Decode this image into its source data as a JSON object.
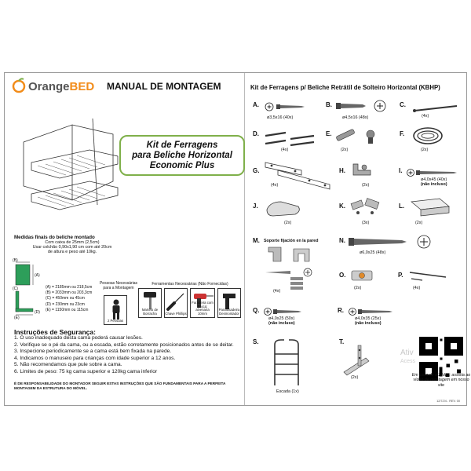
{
  "brand": {
    "name_part1": "Orange",
    "name_part2": "BED"
  },
  "header": {
    "title": "MANUAL DE MONTAGEM"
  },
  "kit": {
    "line1": "Kit de Ferragens",
    "line2": "para Beliche Horizontal",
    "line3": "Economic Plus"
  },
  "dimensions": {
    "title": "Medidas finais do beliche montado",
    "lines": [
      "Com caixa de 25mm (2,5cm)",
      "Usar colchão 0,90x1,90 cm com até 20cm",
      "de altura e peso até 10kg."
    ],
    "diagram_labels": {
      "a": "(A)",
      "b": "(B)",
      "c": "(C)",
      "d": "(D)",
      "e": "(E)"
    },
    "measures": [
      "(A) = 2185mm ou 218,5cm",
      "(B) = 2033mm ou 203,3cm",
      "(C) = 450mm ou 45cm",
      "(D) = 230mm ou 23cm",
      "(E) = 1150mm ou 115cm"
    ]
  },
  "people": {
    "title": "Pessoas Necessárias para a Montagem",
    "label": "2 Pessoas"
  },
  "tools": {
    "title": "Ferramentas Necessárias (Não Fornecidas)",
    "items": [
      {
        "label": "Martelo de Borracha",
        "icon": "mallet-icon"
      },
      {
        "label": "Chave Phillips",
        "icon": "screwdriver-icon"
      },
      {
        "label": "Furadeira com Broca: alvenaria 10mm",
        "icon": "drill-icon"
      },
      {
        "label": "Parafusadeira Desmontador",
        "icon": "screw-gun-icon"
      }
    ]
  },
  "safety": {
    "title": "Instruções de Segurança:",
    "items": [
      "1. O uso inadequado desta cama poderá causar lesões.",
      "2. Verifique se o pé da cama, ou a escada, estão corretamente posicionados antes de se deitar.",
      "3. Inspecione periodicamente se a cama está bem fixada na parede.",
      "4. Indicamos o manuseio para crianças com idade superior a 12 anos.",
      "5. Não recomendamos que pule sobre a cama.",
      "6. Limites de peso: 75 kg cama superior e 120kg cama inferior"
    ],
    "responsibility": "É DE RESPONSABILIDADE DO MONTADOR SEGUIR ESTAS INSTRUÇÕES QUE SÃO FUNDAMENTAIS PARA A PERFEITA MONTAGEM DA ESTRUTURA DO MÓVEL."
  },
  "hardware": {
    "title": "Kit de Ferragens p/ Beliche Retrátil de Solteiro Horizontal (KBHP)",
    "items": {
      "A": {
        "letter": "A.",
        "qty": "ø3,5x16 (40x)"
      },
      "B": {
        "letter": "B.",
        "qty": "ø4,5x16 (48x)"
      },
      "C": {
        "letter": "C.",
        "qty": "(4x)"
      },
      "D": {
        "letter": "D.",
        "qty": "(4x)"
      },
      "E": {
        "letter": "E.",
        "qty": "(2x)"
      },
      "F": {
        "letter": "F.",
        "qty": "(2x)"
      },
      "G": {
        "letter": "G.",
        "qty": "(4x)"
      },
      "H": {
        "letter": "H.",
        "qty": "(2x)"
      },
      "I": {
        "letter": "I.",
        "qty": "ø4,0x45 (40x)",
        "note": "(não incluso)"
      },
      "J": {
        "letter": "J.",
        "qty": "(2x)"
      },
      "K": {
        "letter": "K.",
        "qty": "(3x)"
      },
      "L": {
        "letter": "L.",
        "qty": "(2x)"
      },
      "M": {
        "letter": "M.",
        "title": "Soporte fijación en la pared",
        "qty": "(4x)"
      },
      "N": {
        "letter": "N.",
        "qty": "ø6,0x25 (48x)"
      },
      "O": {
        "letter": "O.",
        "qty": "(2x)"
      },
      "P": {
        "letter": "P.",
        "qty": "(4x)"
      },
      "Q": {
        "letter": "Q.",
        "qty": "ø4,0x25 (50x)",
        "note": "(não incluso)"
      },
      "R": {
        "letter": "R.",
        "qty": "ø4,0x35 (25x)",
        "note": "(não incluso)"
      },
      "S": {
        "letter": "S.",
        "qty": "Escada (1x)"
      },
      "T": {
        "letter": "T.",
        "qty": "(2x)"
      }
    }
  },
  "help": {
    "caption": "Em caso de dúvidas: assista ao vídeo de montagem em nosso site"
  },
  "overlay": {
    "line1": "Ativ",
    "line2": "Acess"
  },
  "revision": "12/7/24 - REV. 00"
}
